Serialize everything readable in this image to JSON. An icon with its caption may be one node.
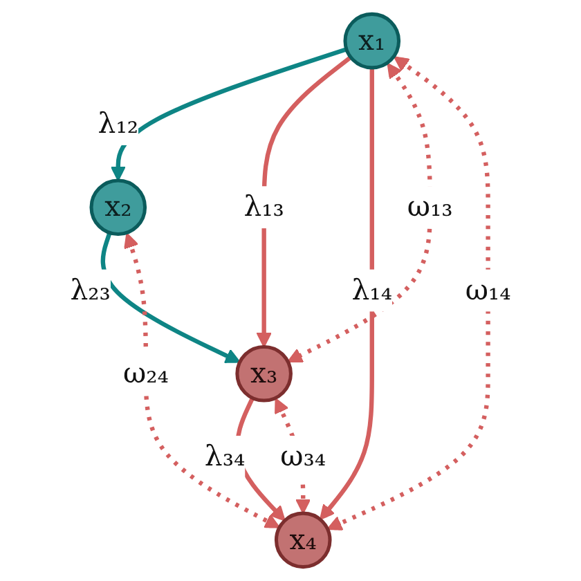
{
  "diagram": {
    "nodes": [
      {
        "text": [
          "x₁"
        ]
      },
      {
        "text": [
          "x₂"
        ]
      },
      {
        "text": [
          "x₃"
        ]
      },
      {
        "text": [
          "x₄"
        ]
      }
    ],
    "edges": [
      {
        "from": 0,
        "to": 1,
        "arrow": "to",
        "label": "λ₁₂",
        "color": "#0e8585"
      },
      {
        "from": 1,
        "to": 2,
        "arrow": "to",
        "label": "λ₂₃",
        "color": "#0e8585"
      },
      {
        "from": 0,
        "to": 2,
        "arrow": "to",
        "label": "λ₁₃"
      },
      {
        "from": 0,
        "to": 3,
        "arrow": "to",
        "label": "λ₁₄"
      },
      {
        "from": 2,
        "to": 3,
        "arrow": "to",
        "label": "λ₃₄"
      },
      {
        "from": 0,
        "to": 2,
        "arrow": "both",
        "label": "ω₁₃",
        "style": "dashed"
      },
      {
        "from": 0,
        "to": 3,
        "arrow": "both",
        "label": "ω₁₄",
        "style": "dashed"
      },
      {
        "from": 1,
        "to": 3,
        "arrow": "both",
        "label": "ω₂₄",
        "style": "dashed"
      },
      {
        "from": 2,
        "to": 3,
        "arrow": "both",
        "label": "ω₃₄",
        "style": "dashed"
      }
    ]
  }
}
